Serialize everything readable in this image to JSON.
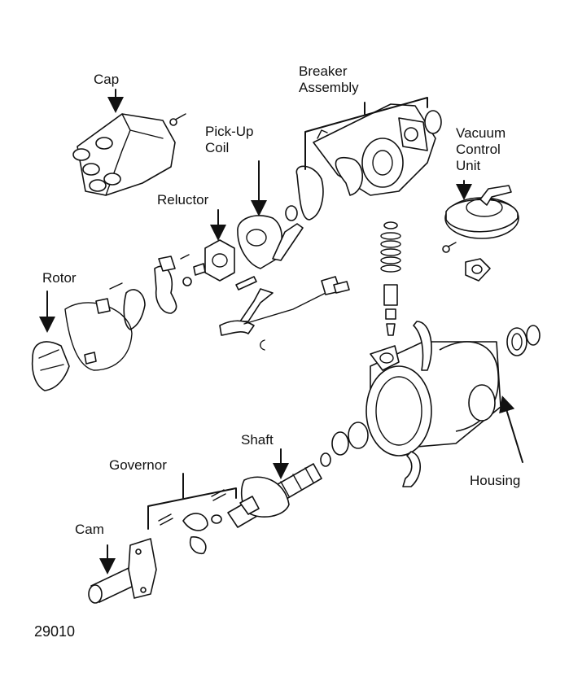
{
  "labels": {
    "cap": "Cap",
    "breaker_assembly": "Breaker\nAssembly",
    "pickup_coil": "Pick-Up\nCoil",
    "vacuum_control_unit": "Vacuum\nControl\nUnit",
    "reluctor": "Reluctor",
    "rotor": "Rotor",
    "shaft": "Shaft",
    "governor": "Governor",
    "cam": "Cam",
    "housing": "Housing",
    "figure_number": "29010"
  },
  "colors": {
    "ink": "#111111",
    "paper": "#ffffff"
  }
}
